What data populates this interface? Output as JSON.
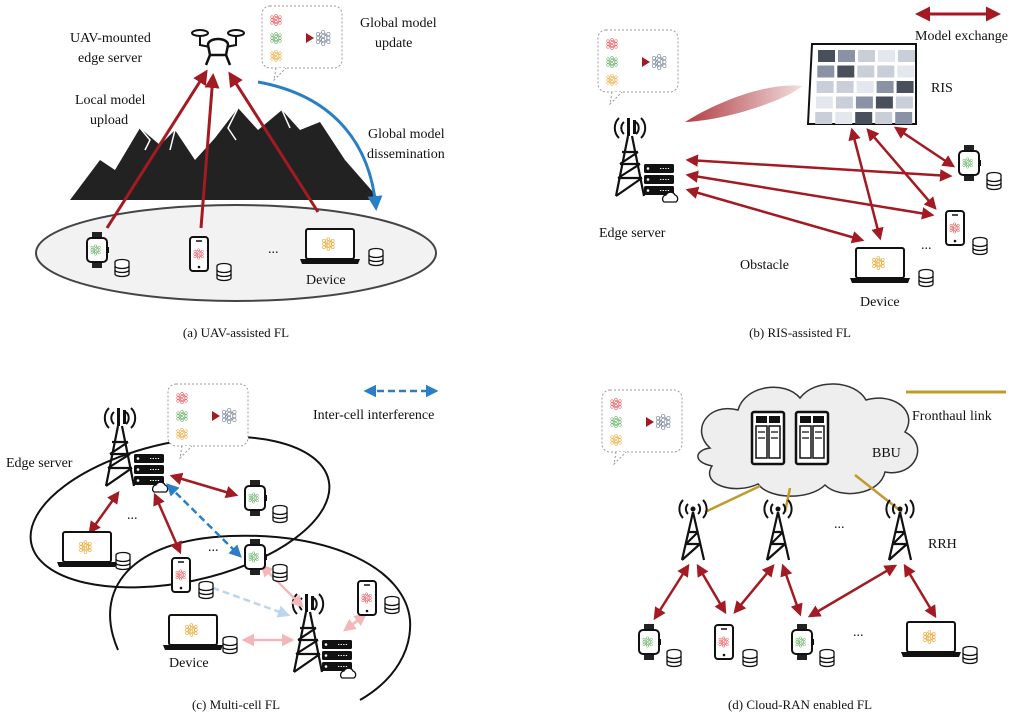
{
  "panels": {
    "a": {
      "caption": "(a) UAV-assisted FL",
      "uav_label_line1": "UAV-mounted",
      "uav_label_line2": "edge server",
      "upload_line1": "Local model",
      "upload_line2": "upload",
      "update_line1": "Global model",
      "update_line2": "update",
      "dissem_line1": "Global model",
      "dissem_line2": "dissemination",
      "device_label": "Device",
      "ellipsis": "..."
    },
    "b": {
      "caption": "(b) RIS-assisted FL",
      "legend_label": "Model exchange",
      "ris_label": "RIS",
      "edge_label": "Edge server",
      "obstacle_label": "Obstacle",
      "device_label": "Device",
      "ellipsis": "..."
    },
    "c": {
      "caption": "(c) Multi-cell FL",
      "legend_label": "Inter-cell interference",
      "edge_label": "Edge server",
      "device_label": "Device",
      "ellipsis": "..."
    },
    "d": {
      "caption": "(d) Cloud-RAN enabled FL",
      "legend_label": "Fronthaul link",
      "bbu_label": "BBU",
      "rrh_label": "RRH",
      "ellipsis": "..."
    }
  },
  "colors": {
    "exchange": "#a31a22",
    "dissemination": "#2a7fc4",
    "interference": "#2a7fc4",
    "fronthaul": "#c09a2a",
    "net_red": "#e0393e",
    "net_green": "#4aa24a",
    "net_orange": "#e8a020",
    "net_grey": "#7a8699"
  },
  "icons": [
    "uav-icon",
    "tower-icon",
    "server-icon",
    "smartwatch-icon",
    "smartphone-icon",
    "laptop-icon",
    "database-icon",
    "cloud-icon",
    "ris-panel-icon",
    "mountain-icon",
    "neural-net-icon"
  ]
}
